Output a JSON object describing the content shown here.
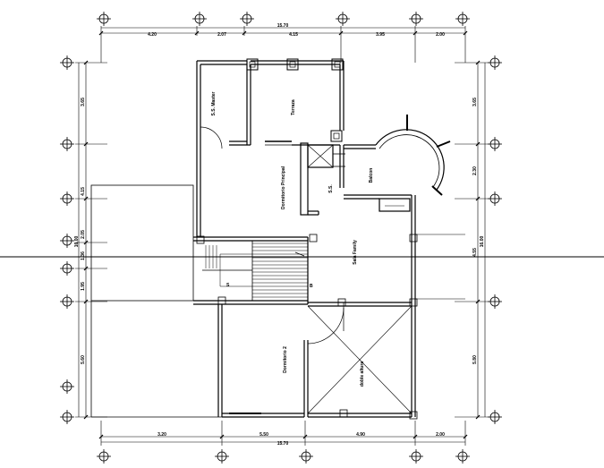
{
  "plan": {
    "top_dimensions": [
      "4.20",
      "2.07",
      "4.15",
      "3.95",
      "2.00"
    ],
    "top_total": "15.70",
    "bottom_dimensions": [
      "3.20",
      "5.50",
      "4.90",
      "2.00"
    ],
    "bottom_total": "15.70",
    "left_dimensions": [
      "3.65",
      "4.15",
      "2.05",
      "1.36",
      "1.95",
      "5.60"
    ],
    "left_total": "16.00",
    "right_dimensions": [
      "3.65",
      "2.30",
      "4.55",
      "5.80"
    ],
    "right_total": "16.00",
    "rooms": {
      "bano": "S.S. Master",
      "terraza": "Terraza",
      "dormitorio_principal": "Dormitorio Principal",
      "wc": "S.S.",
      "balcon": "Balcon",
      "sala_family": "Sala Family",
      "dormitorio_2": "Dormitorio 2",
      "doble_altura": "doble altura"
    },
    "stair_labels": [
      "S",
      "B"
    ]
  }
}
